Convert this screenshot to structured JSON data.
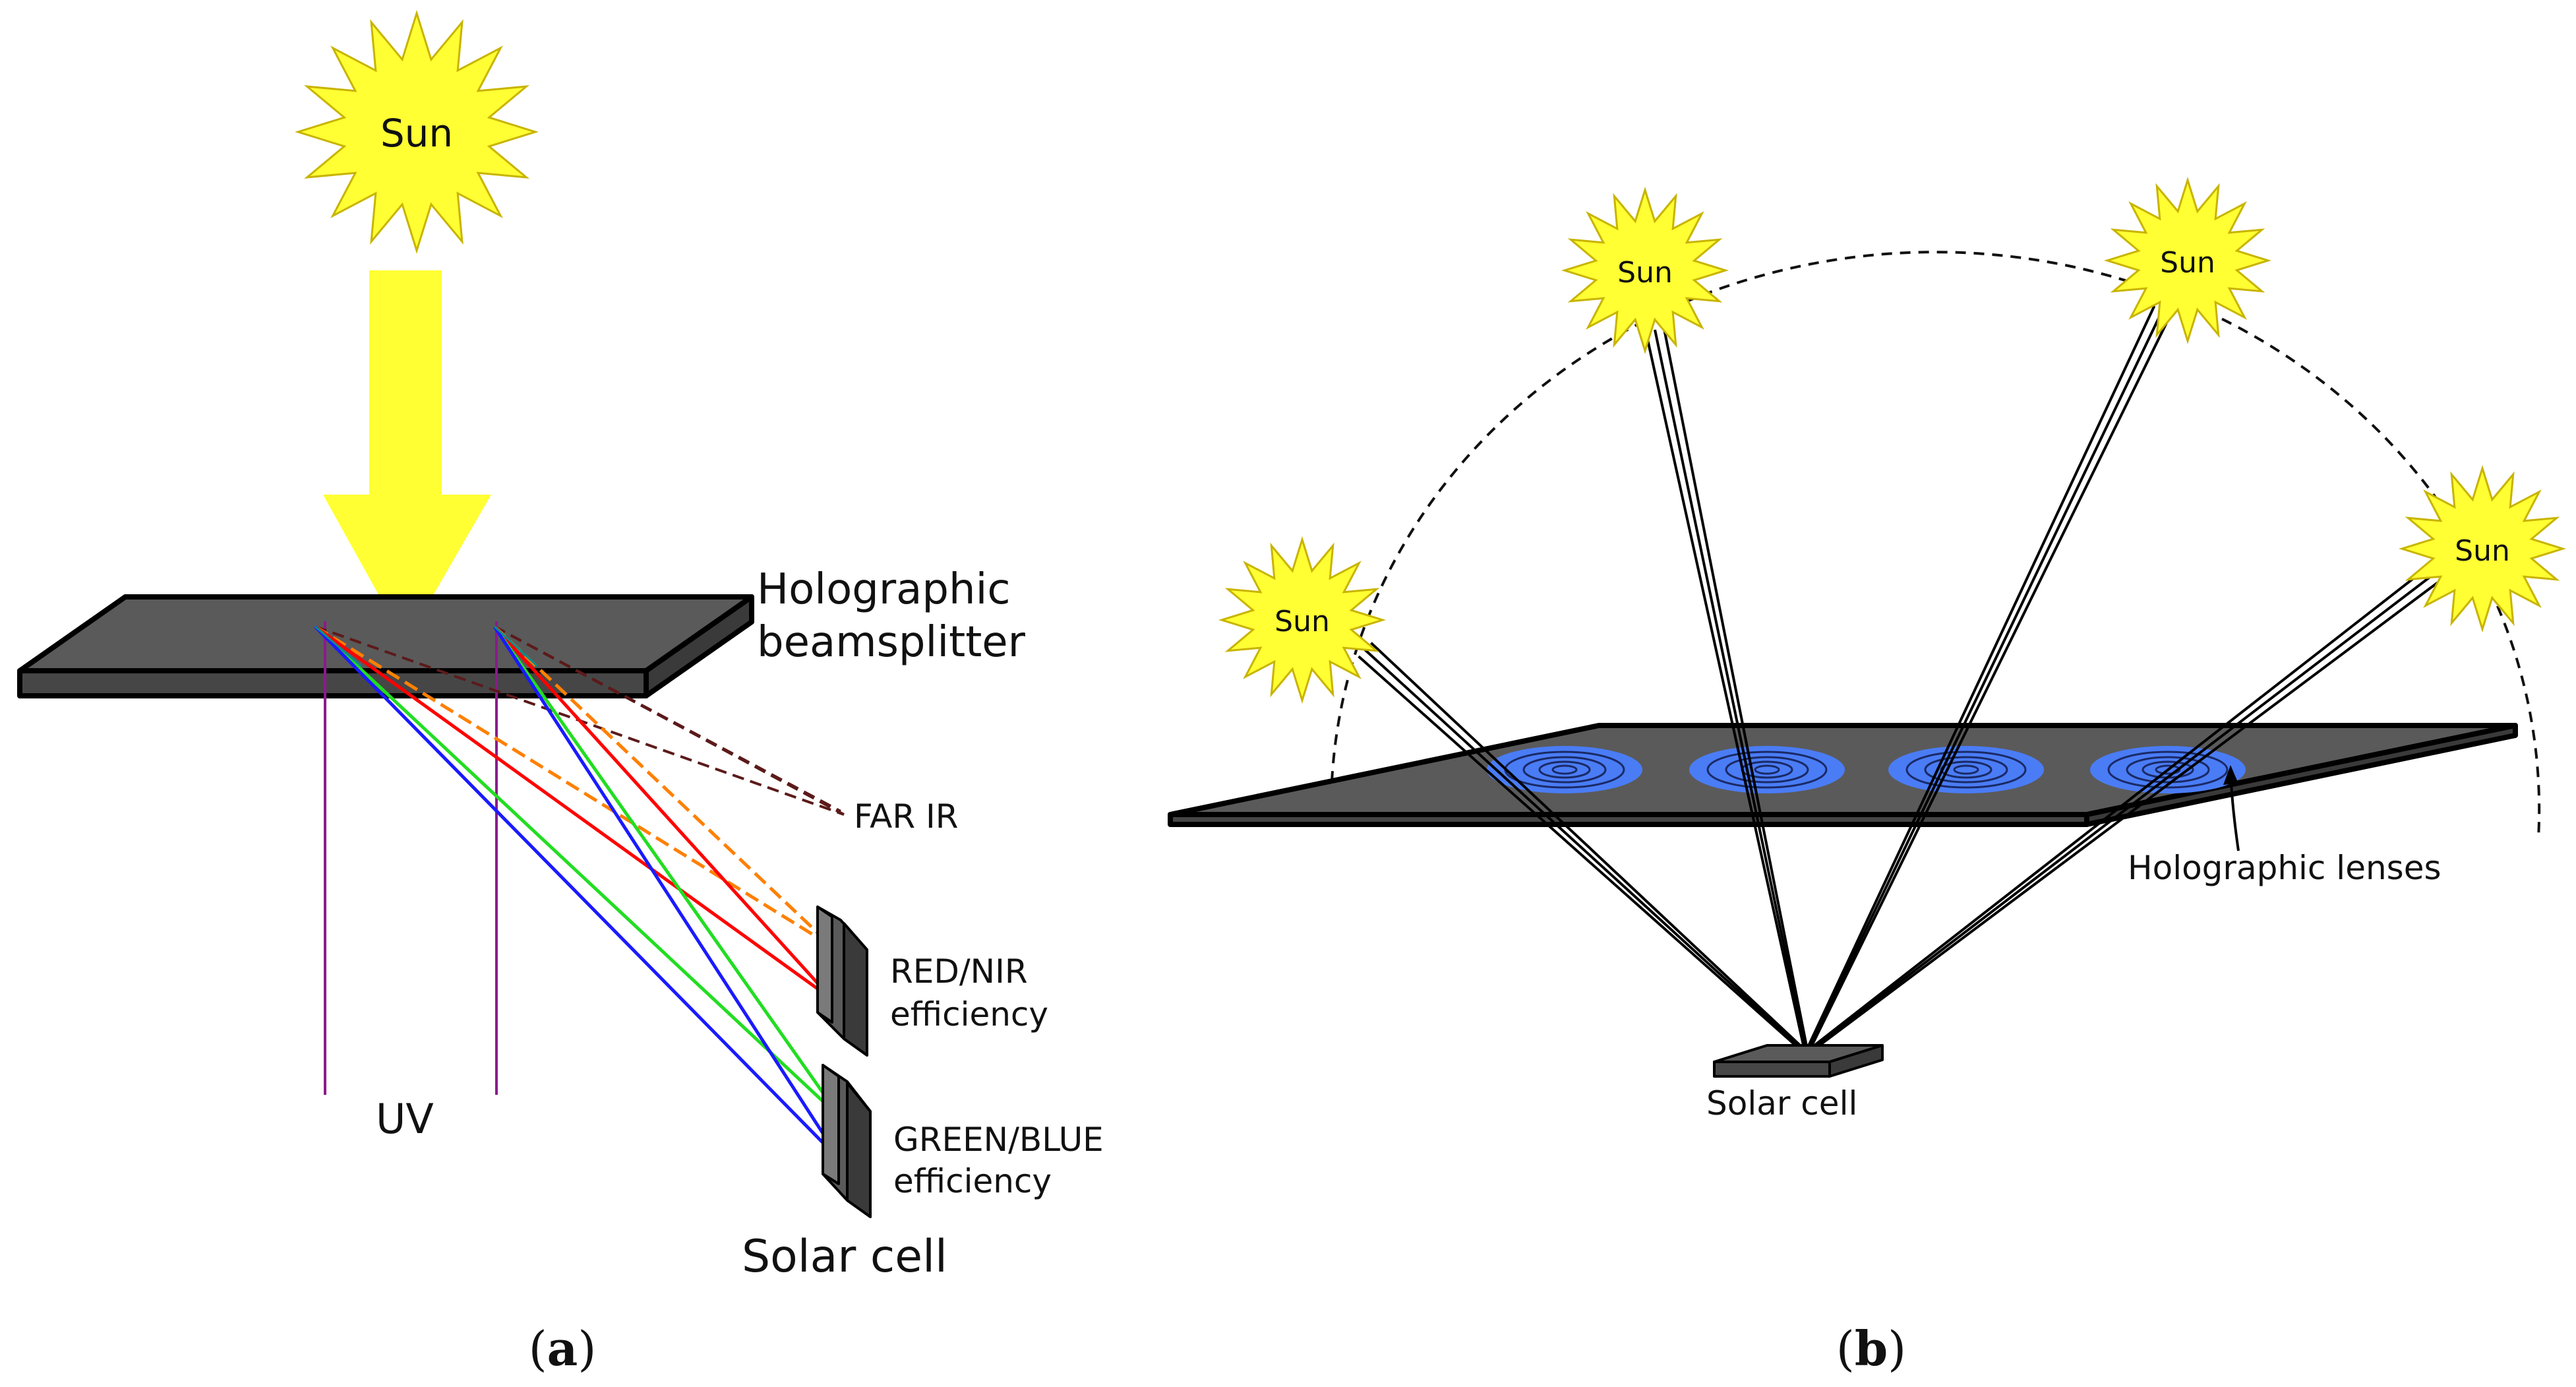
{
  "panel_a": {
    "sun_label": "Sun",
    "beamsplitter_label_line1": "Holographic",
    "beamsplitter_label_line2": "beamsplitter",
    "far_ir_label": "FAR IR",
    "red_nir_line1": "RED/NIR",
    "red_nir_line2": "efficiency",
    "green_blue_line1": "GREEN/BLUE",
    "green_blue_line2": "efficiency",
    "uv_label": "UV",
    "solar_cell_label": "Solar cell",
    "caption": {
      "open": "(",
      "letter": "a",
      "close": ")"
    }
  },
  "panel_b": {
    "sun_labels": [
      "Sun",
      "Sun",
      "Sun",
      "Sun"
    ],
    "lenses_label": "Holographic lenses",
    "solar_cell_label": "Solar cell",
    "caption": {
      "open": "(",
      "letter": "b",
      "close": ")"
    }
  },
  "colors": {
    "sun": "#ffff33",
    "panel": "#5a5a5a",
    "lens": "#4a7cf5",
    "uv": "#8b1a8b",
    "far_ir": "#5c1a1a",
    "orange": "#ff8000",
    "red": "#ff0000",
    "green": "#22dd22",
    "blue": "#1a1aff",
    "teal": "#0a8c8c"
  }
}
